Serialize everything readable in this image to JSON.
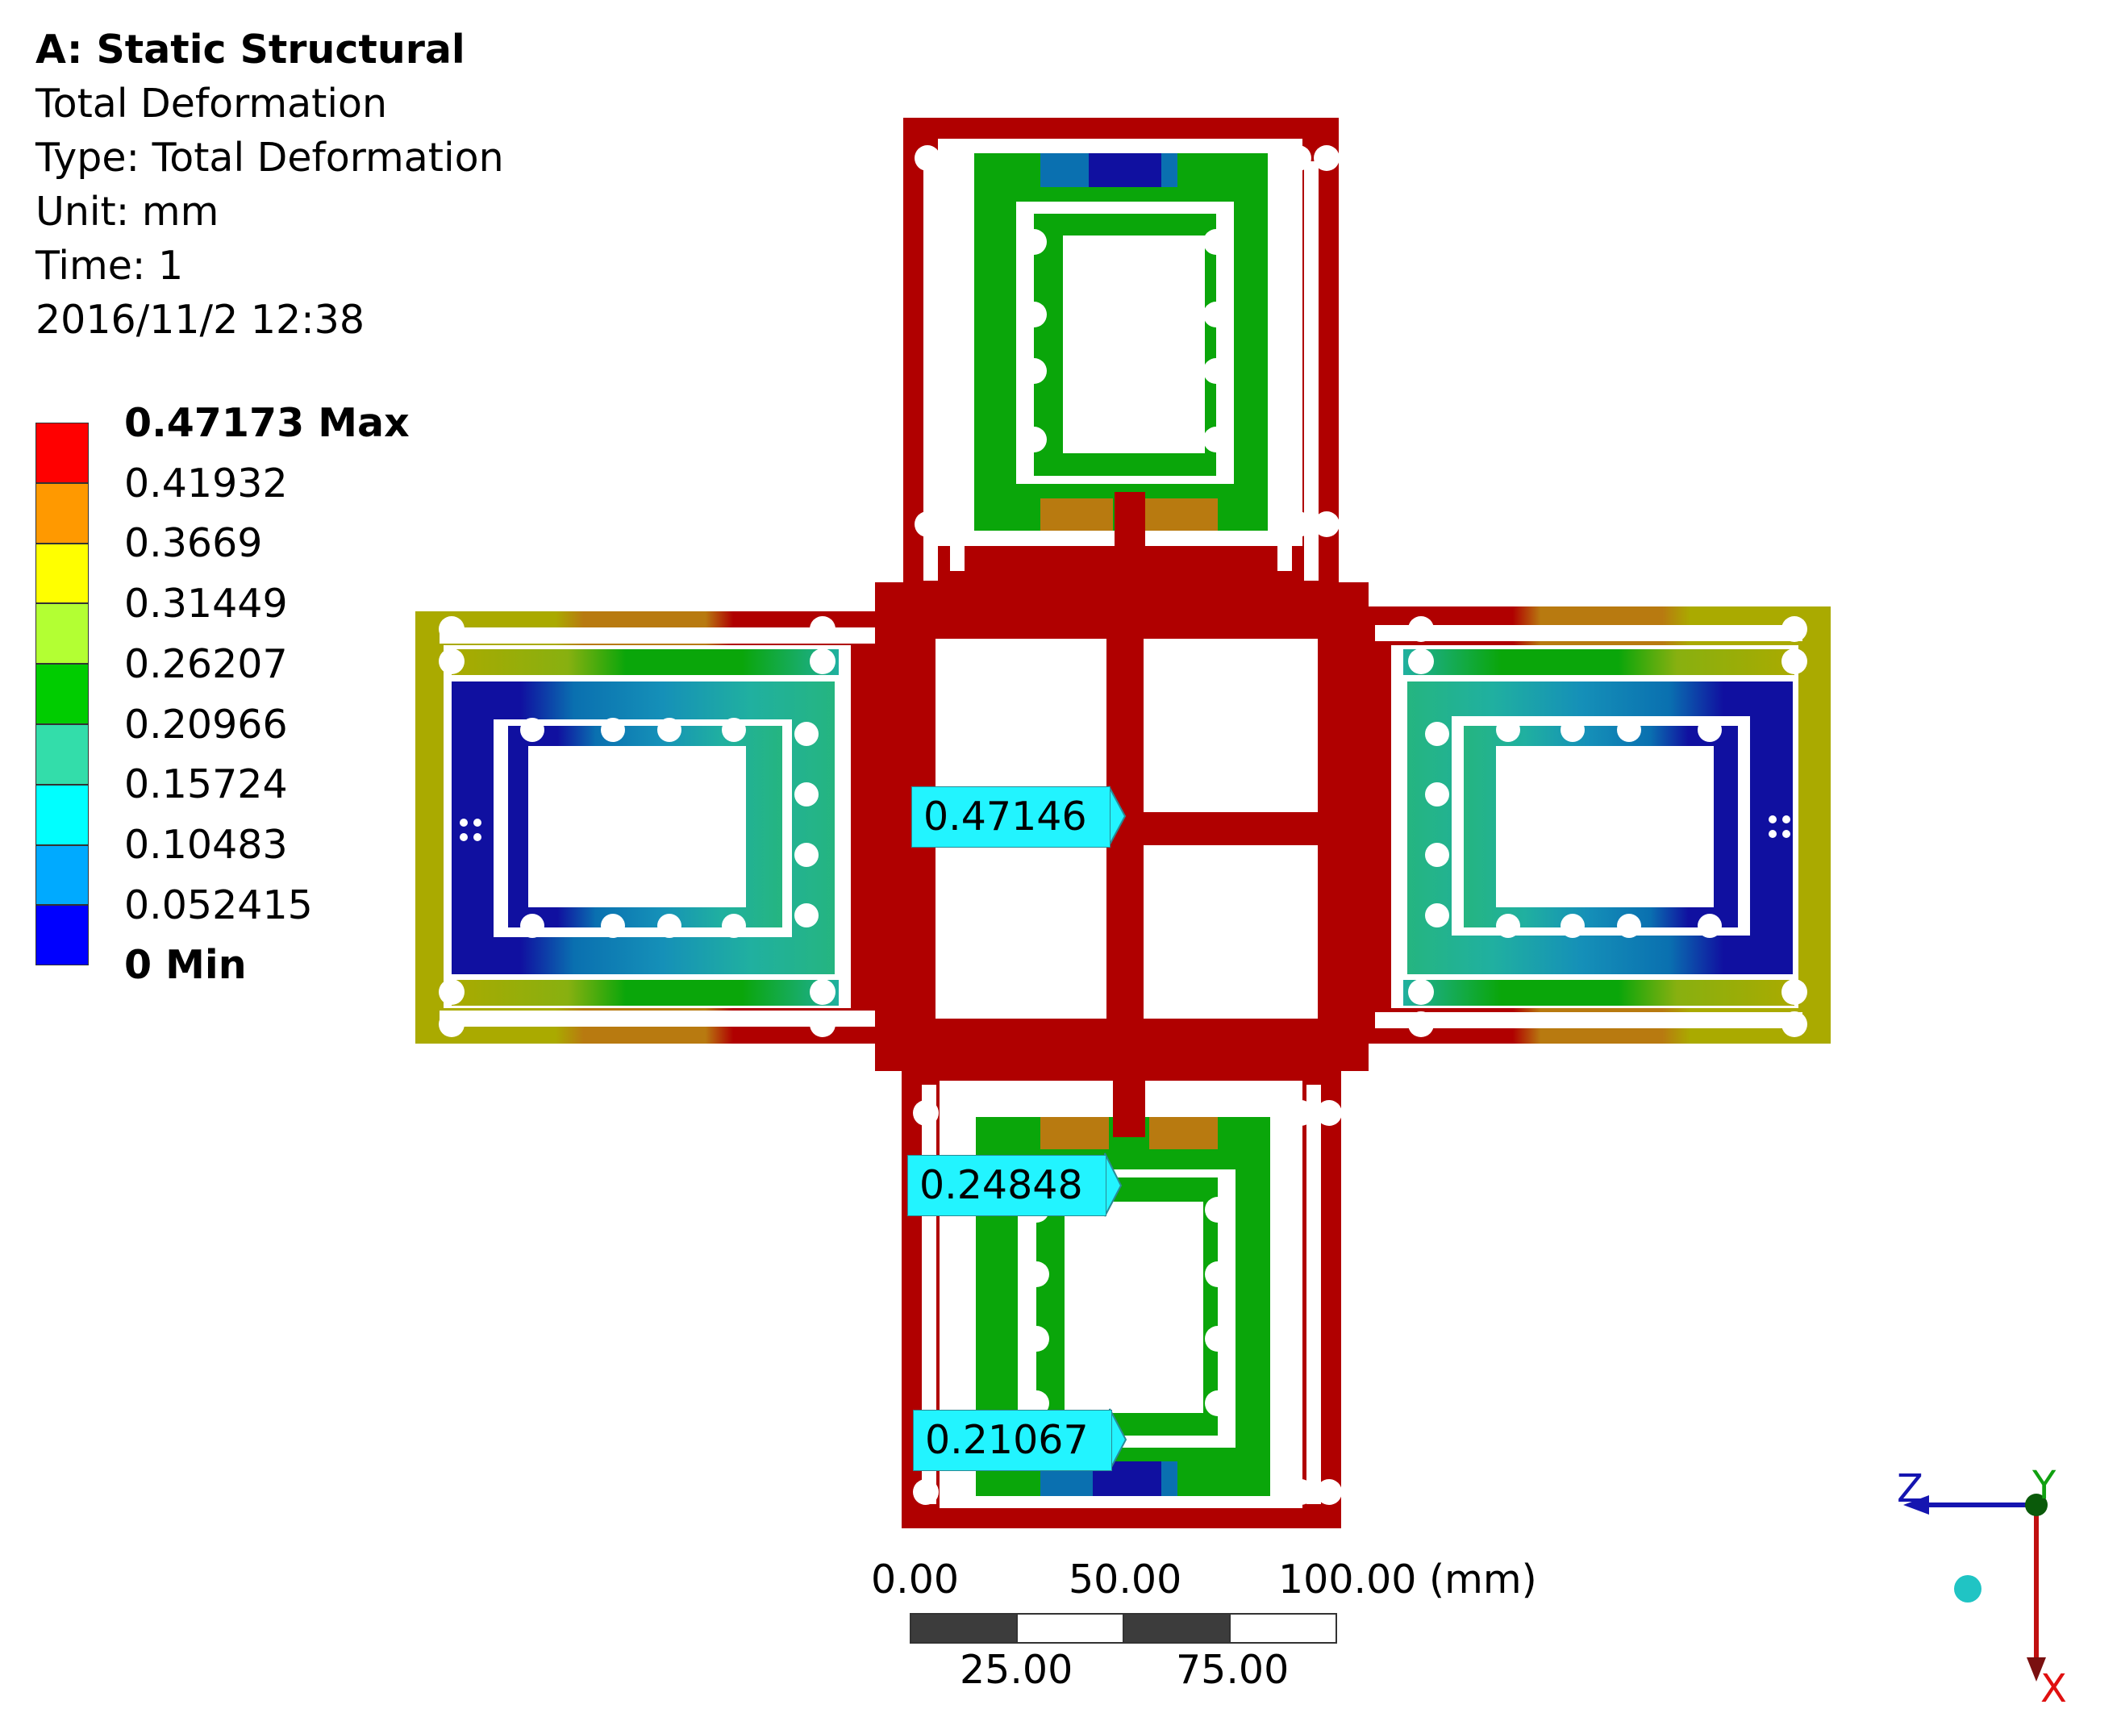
{
  "info": {
    "system": "A: Static Structural",
    "result": "Total Deformation",
    "type": "Type: Total Deformation",
    "unit": "Unit: mm",
    "time": "Time: 1",
    "timestamp": "2016/11/2 12:38"
  },
  "legend": {
    "labels": [
      "0.47173 Max",
      "0.41932",
      "0.3669",
      "0.31449",
      "0.26207",
      "0.20966",
      "0.15724",
      "0.10483",
      "0.052415",
      "0 Min"
    ],
    "colors": [
      "#ff0000",
      "#ff9900",
      "#ffff00",
      "#b3ff33",
      "#00cc00",
      "#33ddaa",
      "#00ffff",
      "#00aaff",
      "#0000ff"
    ]
  },
  "probes": [
    "0.47146",
    "0.24848",
    "0.21067"
  ],
  "scale_bar": {
    "top_labels": [
      "0.00",
      "50.00",
      "100.00 (mm)"
    ],
    "bottom_labels": [
      "25.00",
      "75.00"
    ]
  },
  "triad": {
    "axis_z": "Z",
    "axis_y": "Y",
    "axis_x": "X"
  },
  "colors": {
    "red": "#b00000",
    "green": "#0aa60a",
    "olive": "#aaaa00",
    "orange_brown": "#b87a10",
    "teal": "#20b0a0",
    "mid_blue": "#0a70b0",
    "dark_blue": "#1010a0",
    "probe_fill": "#22f4ff"
  }
}
